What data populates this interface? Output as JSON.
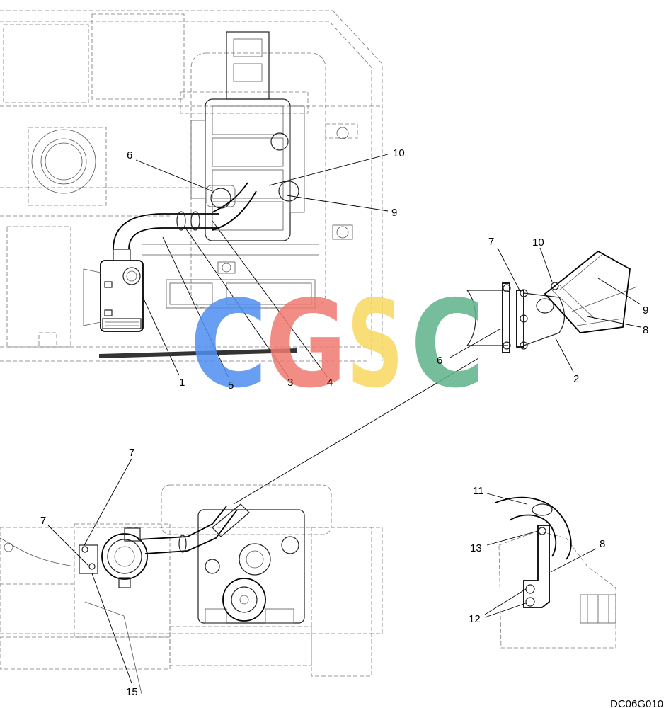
{
  "drawing_code": "DC06G010",
  "watermark": {
    "letters": [
      "C",
      "G",
      "S",
      "C"
    ],
    "colors": [
      "#4f8ff0",
      "#f07a70",
      "#f8d860",
      "#5fb38a"
    ]
  },
  "callouts": {
    "top": {
      "c1": "1",
      "c3": "3",
      "c4": "4",
      "c5": "5",
      "c6": "6",
      "c9": "9",
      "c10": "10"
    },
    "detail_right": {
      "c2": "2",
      "c6": "6",
      "c7": "7",
      "c8": "8",
      "c9": "9",
      "c10": "10"
    },
    "bottom": {
      "c7a": "7",
      "c7b": "7",
      "c15": "15"
    },
    "detail_bracket": {
      "c8": "8",
      "c11": "11",
      "c12": "12",
      "c13": "13"
    }
  }
}
